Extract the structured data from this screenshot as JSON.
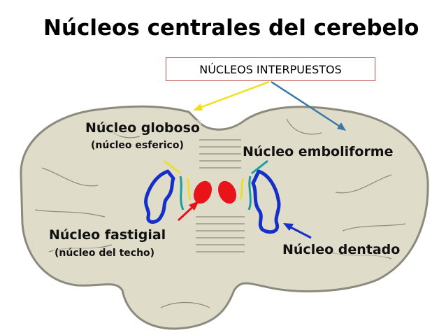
{
  "title": "Núcleos centrales del cerebelo",
  "box_label": "NÚCLEOS INTERPUESTOS",
  "labels": {
    "globoso": "Núcleo globoso",
    "globoso_sub": "(núcleo esferico)",
    "emboliforme": "Núcleo emboliforme",
    "fastigial": "Núcleo fastigial",
    "fastigial_sub": "(núcleo del techo)",
    "dentado": "Núcleo dentado"
  },
  "colors": {
    "tissue": "#e0dcca",
    "outline": "#8c8a7c",
    "fastigial_nucleus": "#e8141a",
    "dentate_nucleus": "#1530c8",
    "emboliform_nucleus": "#18a0a0",
    "globose_nucleus": "#e8e035",
    "arrow_yellow": "#f0e020",
    "arrow_blue": "#3a78a8",
    "box_border": "#c0504d"
  }
}
